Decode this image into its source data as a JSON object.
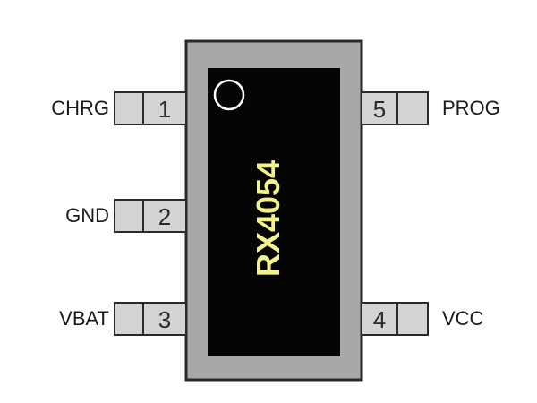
{
  "chip": {
    "part_number": "RX4054",
    "body_color": "#a8a8a8",
    "die_color": "#050505",
    "label_color": "#f4f28a",
    "pin_color": "#d4d4d4"
  },
  "pins": {
    "p1": {
      "number": "1",
      "name": "CHRG"
    },
    "p2": {
      "number": "2",
      "name": "GND"
    },
    "p3": {
      "number": "3",
      "name": "VBAT"
    },
    "p4": {
      "number": "4",
      "name": "VCC"
    },
    "p5": {
      "number": "5",
      "name": "PROG"
    }
  }
}
